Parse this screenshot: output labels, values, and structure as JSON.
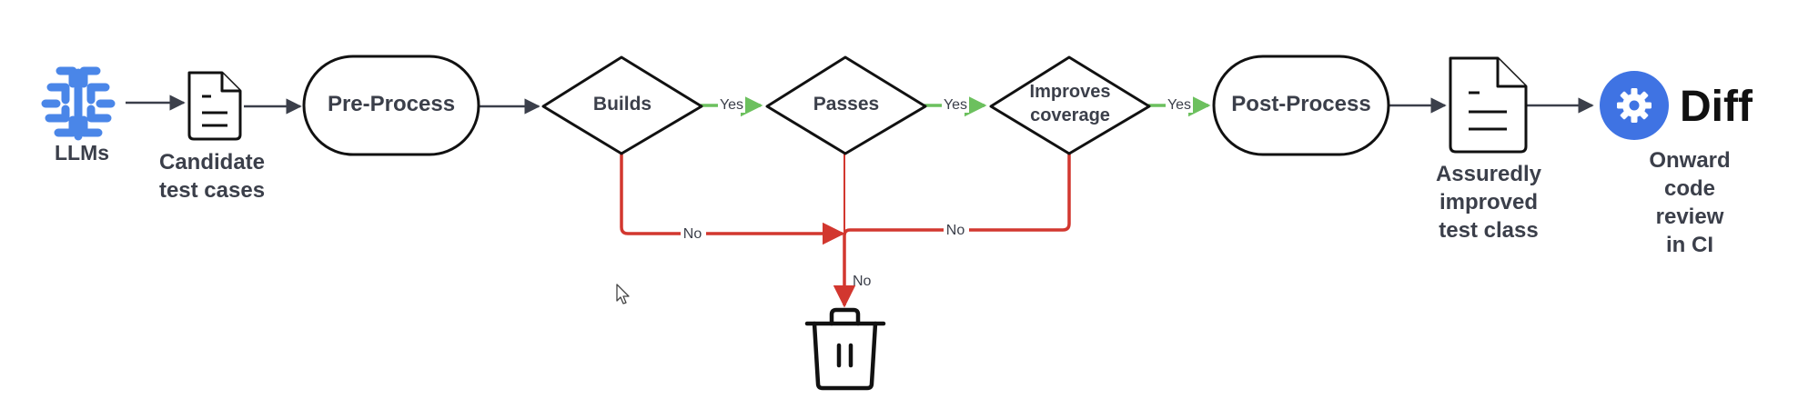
{
  "labels": {
    "llms": "LLMs",
    "candidate_line1": "Candidate",
    "candidate_line2": "test cases",
    "preprocess": "Pre-Process",
    "builds": "Builds",
    "passes": "Passes",
    "improves_line1": "Improves",
    "improves_line2": "coverage",
    "postprocess": "Post-Process",
    "assuredly_line1": "Assuredly",
    "assuredly_line2": "improved",
    "assuredly_line3": "test class",
    "diff": "Diff",
    "onward_line1": "Onward",
    "onward_line2": "code",
    "onward_line3": "review",
    "onward_line4": "in CI"
  },
  "edges": {
    "yes": "Yes",
    "no": "No"
  },
  "icons": {
    "llms": "brain-icon",
    "candidate": "document-icon",
    "assuredly": "document-icon",
    "diff": "gear-icon",
    "discard": "trash-icon",
    "cursor": "mouse-cursor-icon"
  },
  "colors": {
    "yes_edge": "#6cc05e",
    "no_edge": "#d2372f",
    "flow_edge": "#3b3f4a",
    "brain": "#4a86e8",
    "gear_badge": "#3f73e3"
  }
}
